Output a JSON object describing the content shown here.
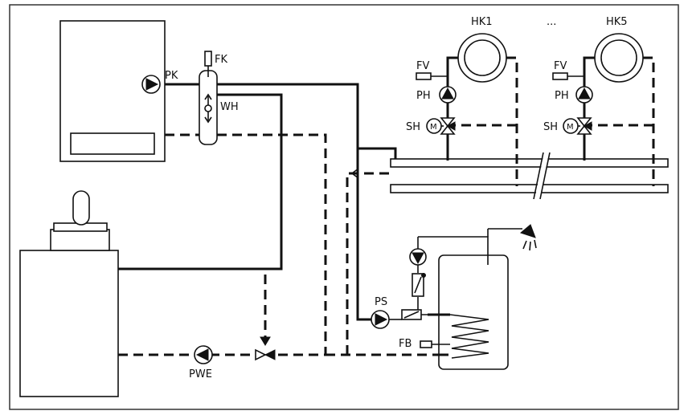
{
  "labels": {
    "pk": "PK",
    "fk": "FK",
    "wh": "WH",
    "hk1": "HK1",
    "ellipsis": "...",
    "hk5": "HK5",
    "fv1": "FV",
    "ph1": "PH",
    "sh1": "SH",
    "m1": "M",
    "fv5": "FV",
    "ph5": "PH",
    "sh5": "SH",
    "m5": "M",
    "ps": "PS",
    "fb": "FB",
    "pwe": "PWE"
  },
  "colors": {
    "line": "#111111",
    "background": "#ffffff"
  }
}
